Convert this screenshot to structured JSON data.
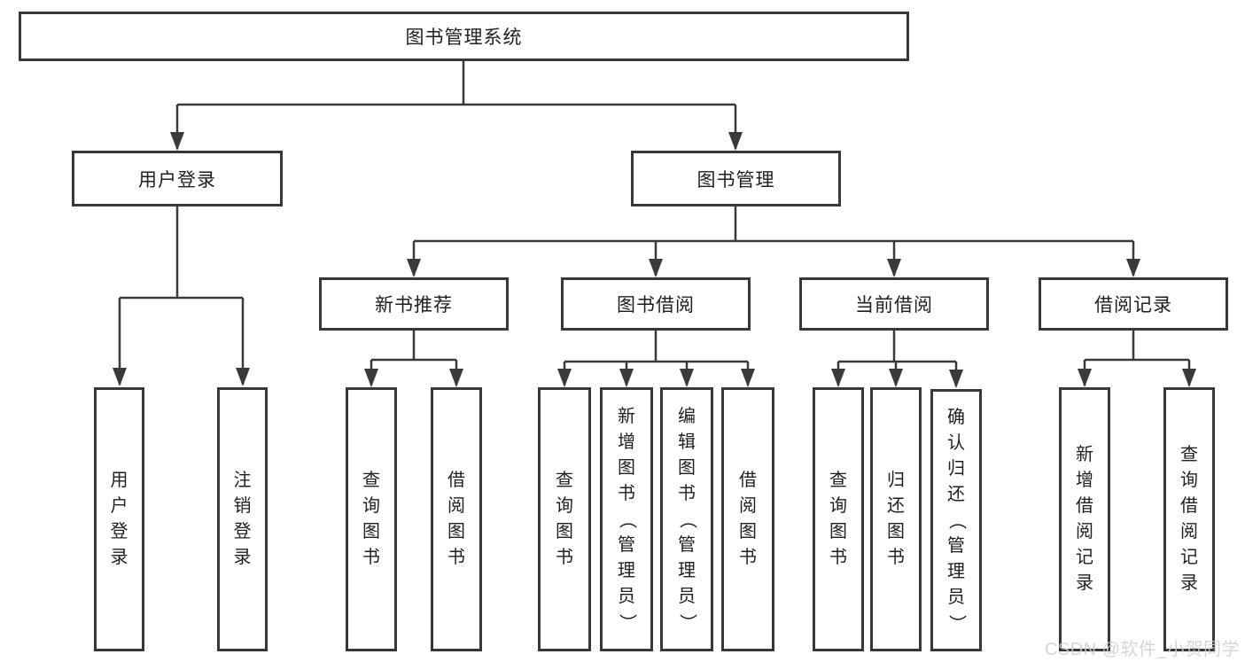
{
  "tree": {
    "label": "图书管理系统",
    "children": [
      {
        "label": "用户登录",
        "children": [
          {
            "label": "用户登录"
          },
          {
            "label": "注销登录"
          }
        ]
      },
      {
        "label": "图书管理",
        "children": [
          {
            "label": "新书推荐",
            "children": [
              {
                "label": "查询图书"
              },
              {
                "label": "借阅图书"
              }
            ]
          },
          {
            "label": "图书借阅",
            "children": [
              {
                "label": "查询图书"
              },
              {
                "label": "新增图书（管理员）"
              },
              {
                "label": "编辑图书（管理员）"
              },
              {
                "label": "借阅图书"
              }
            ]
          },
          {
            "label": "当前借阅",
            "children": [
              {
                "label": "查询图书"
              },
              {
                "label": "归还图书"
              },
              {
                "label": "确认归还（管理员）"
              }
            ]
          },
          {
            "label": "借阅记录",
            "children": [
              {
                "label": "新增借阅记录"
              },
              {
                "label": "查询借阅记录"
              }
            ]
          }
        ]
      }
    ]
  },
  "watermark": {
    "text": "CSDN @软件_小贺同学"
  },
  "colors": {
    "box_border": "#383838",
    "connector_line": "#3a3a3a",
    "text": "#1f1f1f",
    "watermark_text": "#d5cccc",
    "background": "#ffffff"
  }
}
